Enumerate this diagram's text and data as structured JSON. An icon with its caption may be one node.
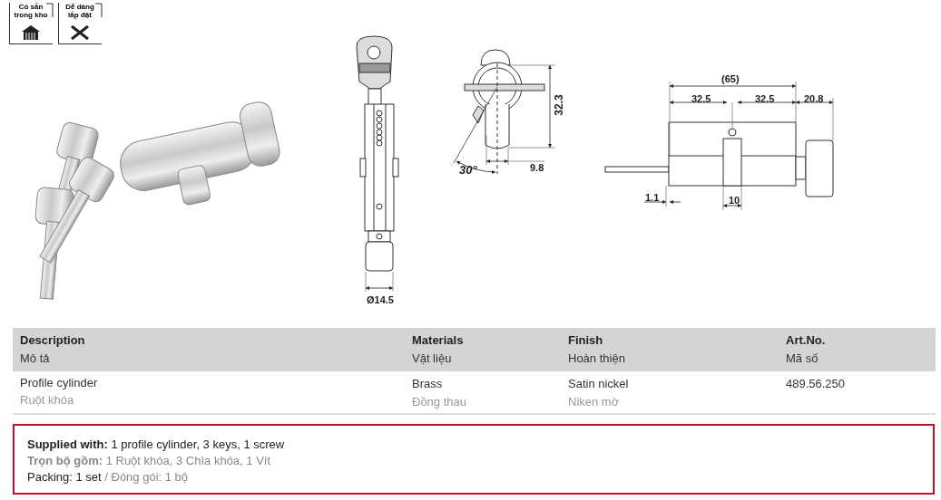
{
  "diagram": {
    "nodes": [
      {
        "text": [
          "Có sẵn trong kho"
        ]
      },
      {
        "text": [
          "Dễ dàng lắp đặt"
        ]
      },
      {
        "text": [
          "**Supplied with:** 1 profile cylinder, 3 keys, 1 screw",
          "**Trọn bộ gồm:** 1 Ruột khóa, 3 Chìa khóa, 1 Vít",
          "Packing: 1 set",
          "/ Đóng gói: 1 bộ"
        ]
      }
    ],
    "labels": [
      "Ø14.5",
      "32.3",
      "30°",
      "9.8",
      "(65)",
      "32.5",
      "32.5",
      "20.8",
      "1.1",
      "10",
      "Description",
      "Materials",
      "Finish",
      "Art.No.",
      "Mô tả",
      "Vật liệu",
      "Hoàn thiện",
      "Mã số",
      "Profile cylinder",
      "Brass",
      "Satin nickel",
      "489.56.250",
      "Ruột khóa",
      "Đồng thau",
      "Niken mờ"
    ]
  }
}
